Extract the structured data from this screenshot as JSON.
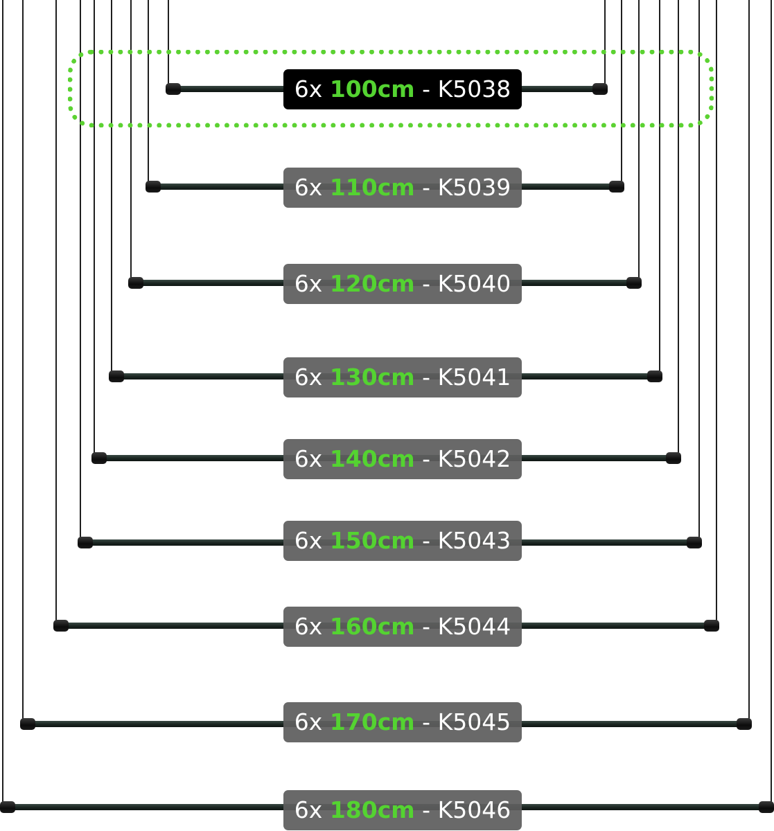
{
  "highlight_color": "#5cd232",
  "length_color": "#54d331",
  "highlighted_item": "K5038",
  "items": [
    {
      "qty": "6x",
      "length": "100cm",
      "sep": "-",
      "code": "K5038"
    },
    {
      "qty": "6x",
      "length": "110cm",
      "sep": "-",
      "code": "K5039"
    },
    {
      "qty": "6x",
      "length": "120cm",
      "sep": "-",
      "code": "K5040"
    },
    {
      "qty": "6x",
      "length": "130cm",
      "sep": "-",
      "code": "K5041"
    },
    {
      "qty": "6x",
      "length": "140cm",
      "sep": "-",
      "code": "K5042"
    },
    {
      "qty": "6x",
      "length": "150cm",
      "sep": "-",
      "code": "K5043"
    },
    {
      "qty": "6x",
      "length": "160cm",
      "sep": "-",
      "code": "K5044"
    },
    {
      "qty": "6x",
      "length": "170cm",
      "sep": "-",
      "code": "K5045"
    },
    {
      "qty": "6x",
      "length": "180cm",
      "sep": "-",
      "code": "K5046"
    }
  ]
}
